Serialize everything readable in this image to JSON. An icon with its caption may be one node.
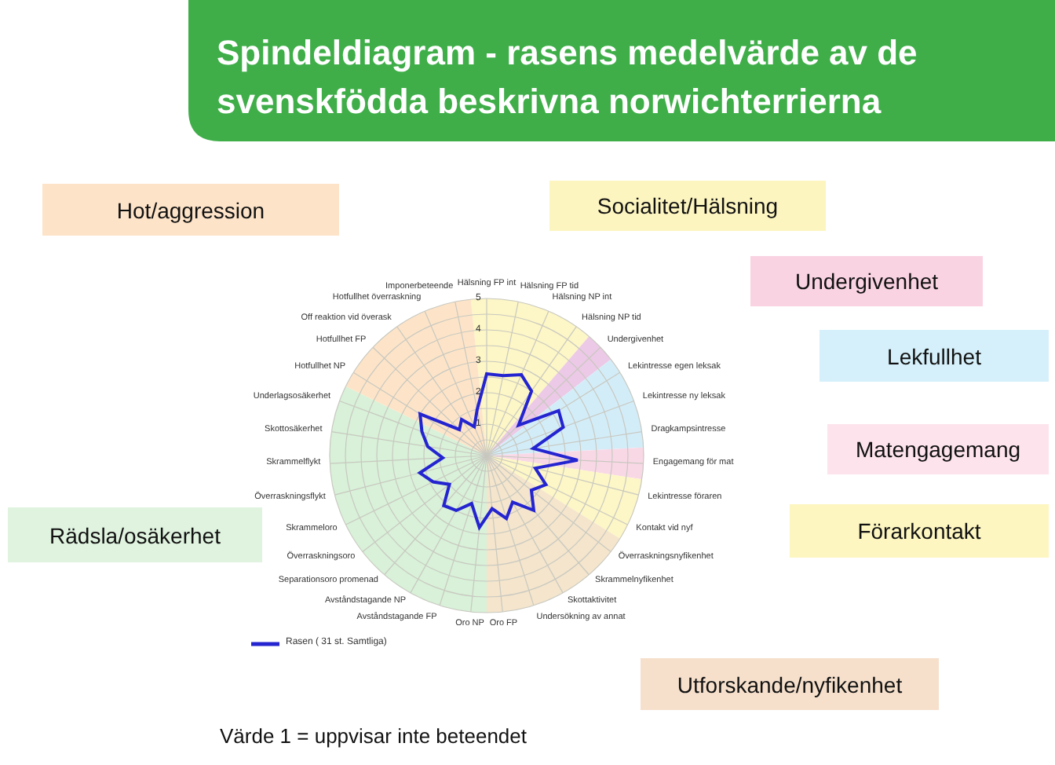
{
  "diagram": {
    "title": "Spindeldiagram - rasens medelvärde av de svenskfödda beskrivna norwichterrierna",
    "nodes": [
      {
        "text": [
          "Hot/aggression"
        ]
      },
      {
        "text": [
          "Socialitet/Hälsning"
        ]
      },
      {
        "text": [
          "Undergivenhet"
        ]
      },
      {
        "text": [
          "Lekfullhet"
        ]
      },
      {
        "text": [
          "Matengagemang"
        ]
      },
      {
        "text": [
          "Rädsla/osäkerhet"
        ]
      },
      {
        "text": [
          "Förarkontakt"
        ]
      },
      {
        "text": [
          "Utforskande/nyfikenhet"
        ]
      }
    ],
    "labels": [
      "Hälsning FP int",
      "Hälsning FP tid",
      "Hälsning NP int",
      "Hälsning NP tid",
      "Undergivenhet",
      "Lekintresse egen leksak",
      "Lekintresse ny leksak",
      "Dragkampsintresse",
      "Engagemang för mat",
      "Lekintresse föraren",
      "Kontakt vid nyf",
      "Överraskningsnyfikenhet",
      "Skrammelnyfikenhet",
      "Skottaktivitet",
      "Undersökning av annat",
      "Oro FP",
      "Oro NP",
      "Avståndstagande FP",
      "Avståndstagande NP",
      "Separationsoro promenad",
      "Överraskningsoro",
      "Skrammeloro",
      "Överraskningsflykt",
      "Skrammelflykt",
      "Skottosäkerhet",
      "Underlagsosäkerhet",
      "Hotfullhet NP",
      "Hotfullhet FP",
      "Off reaktion vid överask",
      "Hotfullhet överraskning",
      "Imponerbeteende",
      "5",
      "4",
      "3",
      "2",
      "1",
      "Värde 1 = uppvisar inte beteendet"
    ],
    "legend": [
      {
        "text": "Rasen ( 31 st. Samtliga)"
      }
    ]
  }
}
